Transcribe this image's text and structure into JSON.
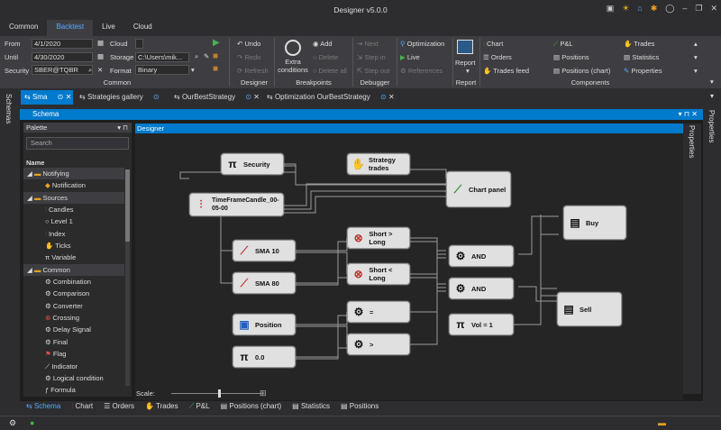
{
  "window": {
    "title": "Designer v5.0.0"
  },
  "menu_tabs": [
    "Common",
    "Backtest",
    "Live",
    "Cloud"
  ],
  "ribbon": {
    "common": {
      "from_label": "From",
      "from_value": "4/1/2020",
      "until_label": "Until",
      "until_value": "4/30/2020",
      "security_label": "Security",
      "security_value": "SBER@TQBR",
      "cloud_label": "Cloud",
      "storage_label": "Storage",
      "storage_value": "C:\\Users\\mik...",
      "format_label": "Format",
      "format_value": "Binary",
      "group": "Common"
    },
    "designer": {
      "undo": "Undo",
      "redo": "Redo",
      "refresh": "Refresh",
      "group": "Designer"
    },
    "breakpoints": {
      "extra": "Extra conditions",
      "add": "Add",
      "delete": "Delete",
      "delete_all": "Delete all",
      "group": "Breakpoints"
    },
    "debugger": {
      "next": "Next",
      "step_in": "Step in",
      "step_out": "Step out",
      "group": "Debugger"
    },
    "opt": {
      "optimization": "Optimization",
      "live": "Live",
      "references": "References"
    },
    "report": {
      "label": "Report",
      "group": "Report"
    },
    "components": {
      "chart": "Chart",
      "orders": "Orders",
      "trades_feed": "Trades feed",
      "pnl": "P&L",
      "positions": "Positions",
      "positions_chart": "Positions (chart)",
      "trades": "Trades",
      "statistics": "Statistics",
      "properties": "Properties",
      "group": "Components"
    }
  },
  "doc_tabs": [
    "Sma",
    "Strategies gallery",
    "OurBestStrategy",
    "Optimization OurBestStrategy"
  ],
  "left_strip": "Schemas",
  "right_strip": "Properties",
  "schema_title": "Schema",
  "palette": {
    "title": "Palette",
    "search_placeholder": "Search",
    "header": "Name",
    "items": [
      "Notifying",
      "Notification",
      "Sources",
      "Candles",
      "Level 1",
      "Index",
      "Ticks",
      "Variable",
      "Common",
      "Combination",
      "Comparison",
      "Converter",
      "Crossing",
      "Delay Signal",
      "Final",
      "Flag",
      "Indicator",
      "Logical condition",
      "Formula"
    ]
  },
  "designer_title": "Designer",
  "inner_properties": "Properties",
  "nodes": {
    "security": "Security",
    "candle": "TimeFrameCandle_00-05-00",
    "sma10": "SMA 10",
    "sma80": "SMA 80",
    "position": "Position",
    "zero": "0.0",
    "strategy_trades": "Strategy trades",
    "chart_panel": "Chart panel",
    "short_long": "Short > Long",
    "short_lt_long": "Short < Long",
    "eq": "=",
    "gt": ">",
    "and1": "AND",
    "and2": "AND",
    "vol": "Vol = 1",
    "buy": "Buy",
    "sell": "Sell"
  },
  "scale_label": "Scale:",
  "bottom_tabs": [
    "Schema",
    "Chart",
    "Orders",
    "Trades",
    "P&L",
    "Positions (chart)",
    "Statistics",
    "Positions"
  ]
}
